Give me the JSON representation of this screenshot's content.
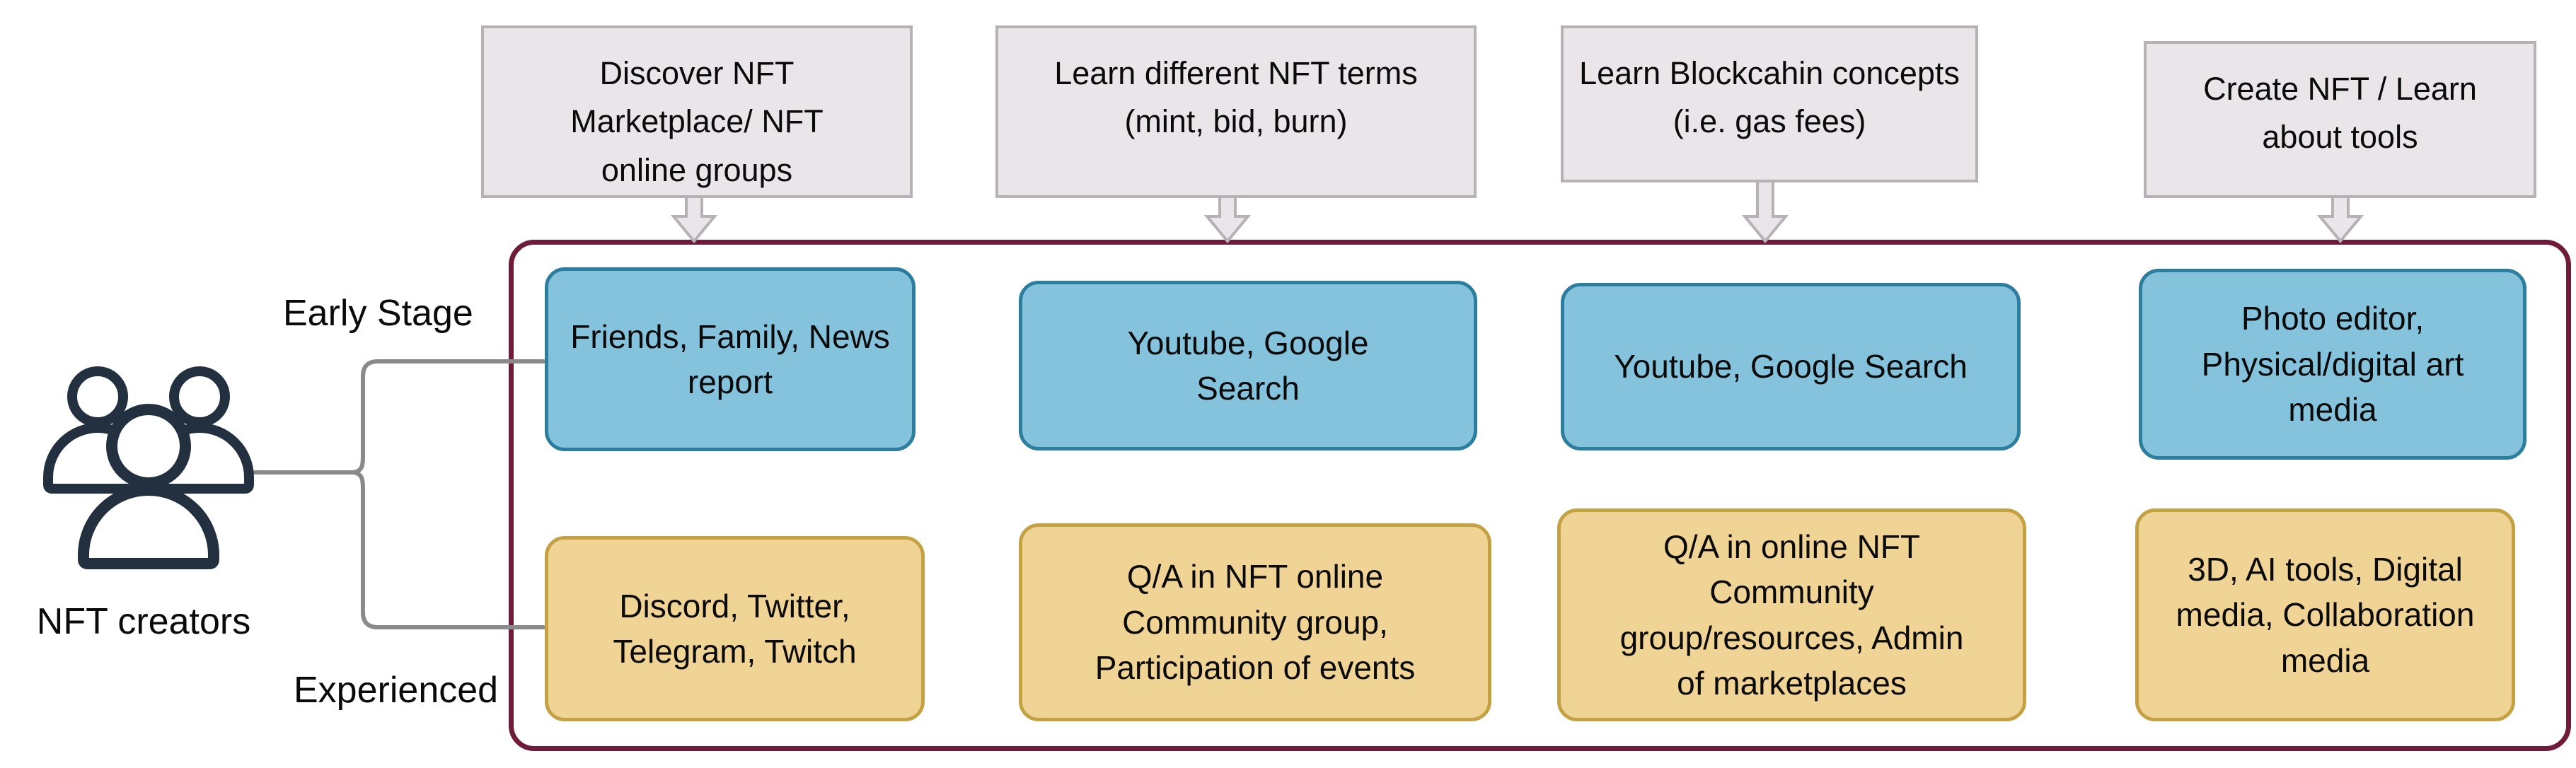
{
  "colors": {
    "blue-fill": "#85C3DC",
    "blue-border": "#2D7E9E",
    "yellow-fill": "#F0D495",
    "yellow-border": "#C4A244",
    "gray-fill": "#E9E5E9",
    "gray-border": "#B5B1B5",
    "maroon-border": "#6E1C39",
    "connector-gray": "#8A8A8A",
    "icon-navy": "#22303F",
    "text": "#0A0A0A"
  },
  "actor": {
    "icon": "people-group-icon",
    "label": "NFT creators"
  },
  "row_labels": {
    "early": "Early Stage",
    "experienced": "Experienced"
  },
  "stages": [
    {
      "header": "Discover NFT Marketplace/ NFT online groups",
      "early": "Friends, Family, News report",
      "experienced": "Discord, Twitter, Telegram, Twitch"
    },
    {
      "header": "Learn different NFT terms (mint, bid, burn)",
      "early": "Youtube, Google Search",
      "experienced": "Q/A in NFT online Community group, Participation of events"
    },
    {
      "header": "Learn Blockcahin concepts (i.e. gas fees)",
      "early": "Youtube, Google Search",
      "experienced": "Q/A in online NFT Community group/resources, Admin of marketplaces"
    },
    {
      "header": "Create NFT / Learn about tools",
      "early": "Photo editor, Physical/digital art media",
      "experienced": "3D, AI tools, Digital media, Collaboration media"
    }
  ]
}
